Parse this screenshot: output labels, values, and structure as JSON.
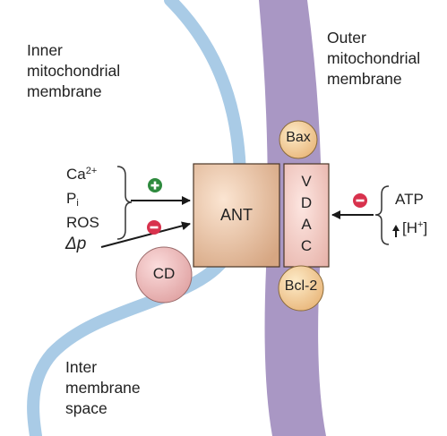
{
  "labels": {
    "inner_membrane": [
      "Inner",
      "mitochondrial",
      "membrane"
    ],
    "outer_membrane": [
      "Outer",
      "mitochondrial",
      "membrane"
    ],
    "intermembrane_space": [
      "Inter",
      "membrane",
      "space"
    ]
  },
  "molecules": {
    "ant": "ANT",
    "vdac_letters": [
      "V",
      "D",
      "A",
      "C"
    ],
    "bax": "Bax",
    "bcl2": "Bcl-2",
    "cd": "CD"
  },
  "left_inputs": {
    "ca": {
      "base": "Ca",
      "sup": "2+"
    },
    "pi": {
      "base": "P",
      "sub": "i"
    },
    "ros": "ROS",
    "delta_p": "Δp"
  },
  "right_inputs": {
    "atp": "ATP",
    "h_base": "[H",
    "h_sup": "+",
    "h_close": "]"
  },
  "signs": {
    "positive": "+",
    "negative": "−"
  },
  "colors": {
    "inner_membrane": "#a9cbe6",
    "outer_membrane": "#a997c4",
    "ant_fill": "#e3bc9c",
    "vdac_fill": "#f0c8c0",
    "bax_fill": "#f0cb93",
    "cd_fill": "#eab7b7",
    "positive": "#2e8a3e",
    "negative": "#d8324d"
  }
}
